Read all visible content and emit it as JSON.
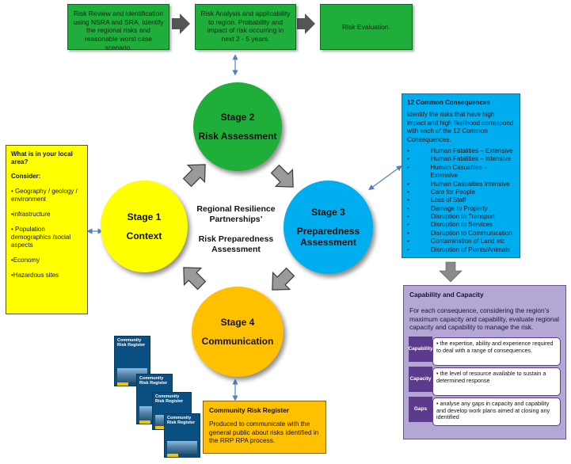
{
  "top_boxes": [
    {
      "text": "Risk Review and identification using NSRA and SRA. Identify the regional risks and reasonable worst case scenario."
    },
    {
      "text": "Risk Analysis and applicability to region. Probability and impact of risk occurring in next 2 - 5 years."
    },
    {
      "text": "Risk Evaluation."
    }
  ],
  "stages": {
    "s1": {
      "line1": "Stage 1",
      "line2": "Context"
    },
    "s2": {
      "line1": "Stage 2",
      "line2": "Risk Assessment"
    },
    "s3": {
      "line1": "Stage 3",
      "line2": "Preparedness",
      "line3": "Assessment"
    },
    "s4": {
      "line1": "Stage 4",
      "line2": "Communication"
    }
  },
  "center": {
    "line1": "Regional Resilience",
    "line2": "Partnerships’",
    "line3": "Risk Preparedness",
    "line4": "Assessment"
  },
  "local_area": {
    "title": "What is in your local area?",
    "consider": "Consider:",
    "items": [
      "• Geography / geology / environment",
      "•infrastructure",
      "• Population demographics /social aspects",
      "•Economy",
      "•Hazardous sites"
    ]
  },
  "consequences": {
    "title": "12 Common Consequences",
    "intro": "Identify the risks that have high impact and high likelihood correspond with each of the 12 Common Consequences.",
    "bullet": "•",
    "items": [
      "Human Fatalities – Extensive",
      "Human Fatalities – Intensive",
      "Human Casualties – Extensive",
      "Human Casualties Intensive",
      "Care for People",
      "Loss of Staff",
      "Damage to Property",
      "Disruption to Transport",
      "Disruption to Services",
      "Disruption to Communication",
      "Contamination of Land etc",
      "Disruption of Plants/Animals"
    ]
  },
  "capability": {
    "title": "Capability and Capacity",
    "intro": "For each consequence, considering the region’s maximum capacity and capability, evaluate regional capacity and capability to manage the risk.",
    "rows": [
      {
        "tab": "Capability",
        "text": "• the expertise, ability and experience required to deal with a range of consequences."
      },
      {
        "tab": "Capacity",
        "text": "• the level of resource available to sustain a determined response"
      },
      {
        "tab": "Gaps",
        "text": "• analyse any gaps in capacity and capability and develop work plans aimed at closing any identified"
      }
    ]
  },
  "register": {
    "title": "Community Risk Register",
    "text": "Produced to communicate with the general public about risks identified in the RRP RPA process."
  },
  "covers": [
    "Community Risk Register",
    "Community Risk Register",
    "Community Risk Register",
    "Community Risk Register"
  ],
  "colors": {
    "stage1": "#ffff00",
    "stage2": "#1fae3a",
    "stage3": "#00aeef",
    "stage4": "#ffc000",
    "arrow": "#8a8a8a"
  }
}
